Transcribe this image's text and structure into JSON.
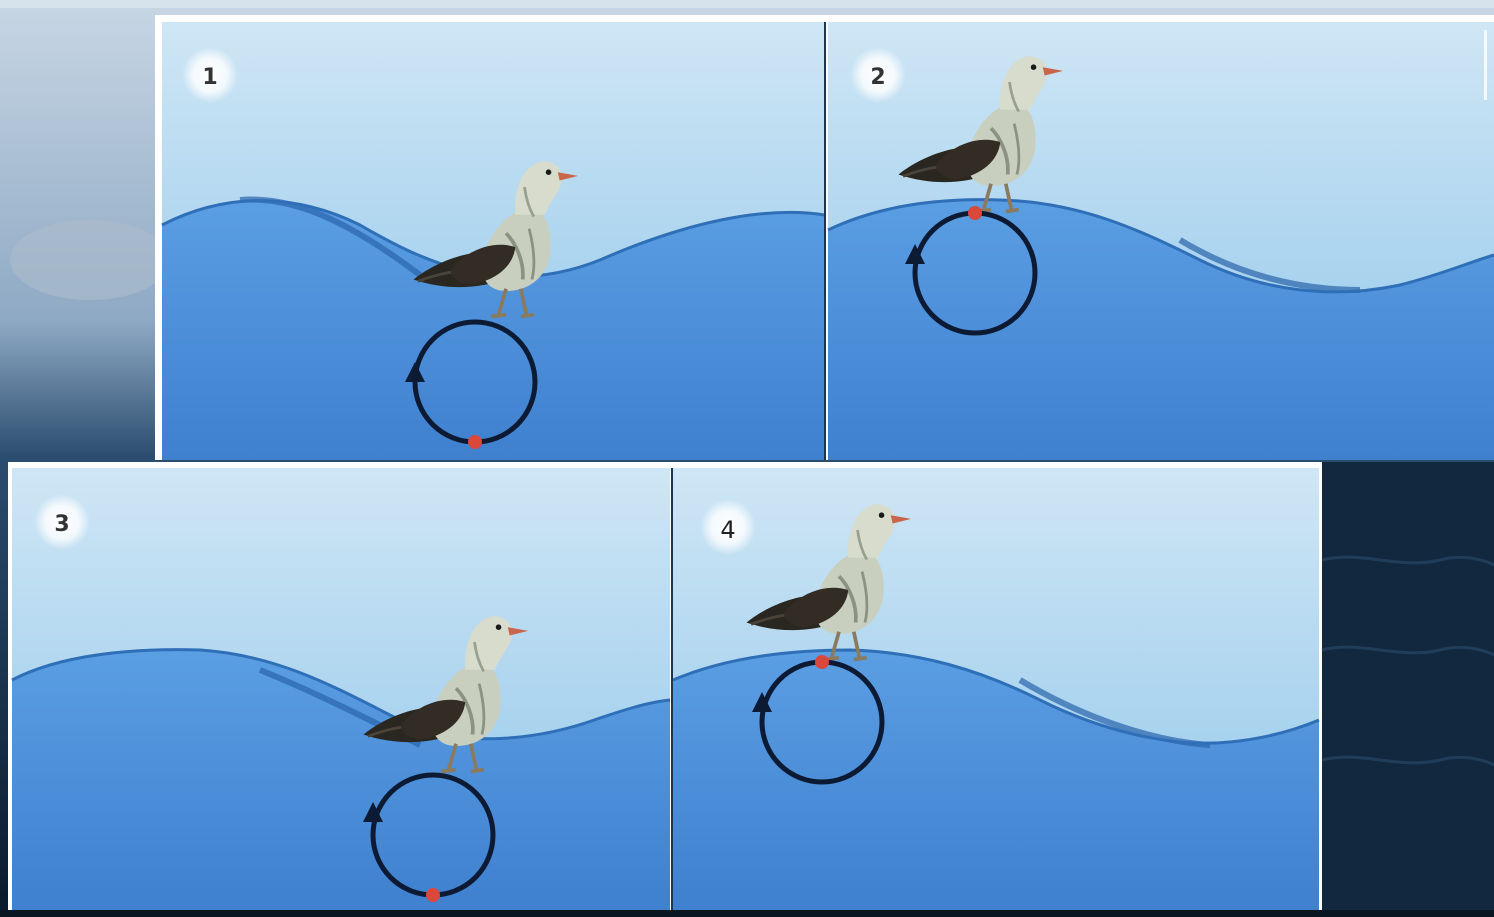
{
  "panels": [
    {
      "label": "1",
      "bird_phase": "trough",
      "marker_position": "bottom"
    },
    {
      "label": "2",
      "bird_phase": "crest",
      "marker_position": "top"
    },
    {
      "label": "3",
      "bird_phase": "trough",
      "marker_position": "bottom"
    },
    {
      "label": "4",
      "bird_phase": "crest",
      "marker_position": "top"
    }
  ],
  "colors": {
    "background_sea": "#0d2238",
    "background_sky": "#9fb7cf",
    "panel_sky_top": "#d9ecf7",
    "panel_sky_bottom": "#8cc3e8",
    "wave_fill": "#4b8fd9",
    "wave_deep": "#3c7cc8",
    "wave_crest": "#2f6fb8",
    "orbit_circle": "#0c1a33",
    "marker": "#d9483b",
    "label_bubble": "#ffffff",
    "bird_body": "#c9cfbf",
    "bird_wing": "#2a2620",
    "bird_beak": "#c9654a"
  },
  "icons": {
    "bird": "seagull-icon",
    "orbit": "circular-orbit-icon",
    "marker": "particle-marker-icon"
  }
}
